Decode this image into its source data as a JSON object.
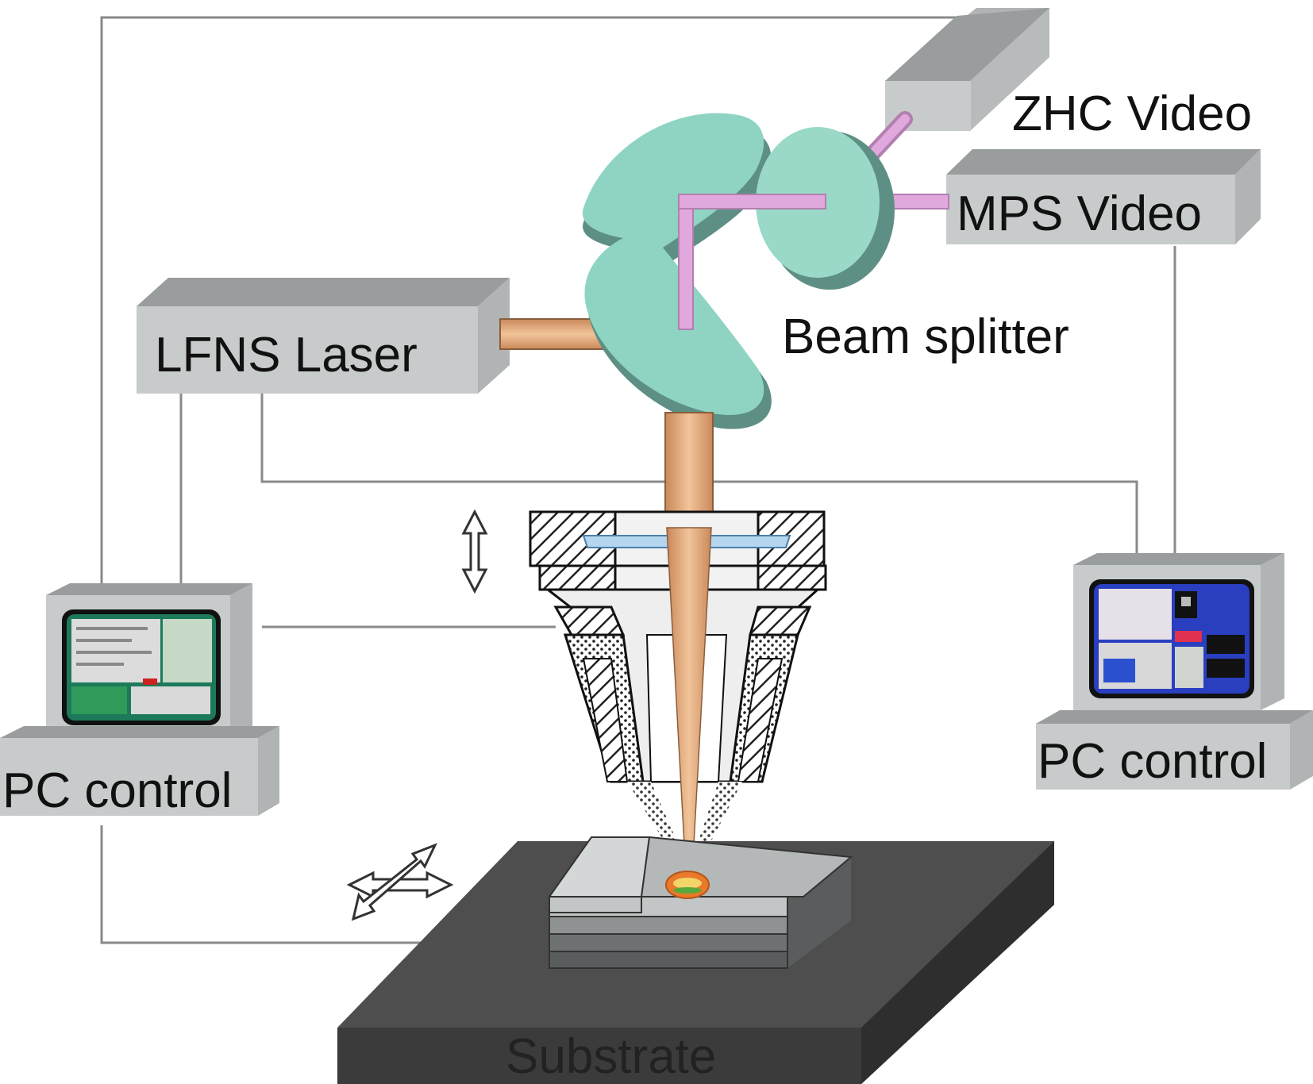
{
  "labels": {
    "zhc_video": "ZHC Video",
    "mps_video": "MPS Video",
    "beam_splitter": "Beam splitter",
    "lfns_laser": "LFNS Laser",
    "pc_control_left": "PC control",
    "pc_control_right": "PC control",
    "substrate": "Substrate"
  },
  "colors": {
    "box_face": "#c8cbcb",
    "box_top": "#999d9d",
    "box_side": "#b1b4b4",
    "laser_beam": "#e2a878",
    "video_beam": "#e0a8dc",
    "splitter": "#8fd4c2",
    "splitter_dark": "#5e8f85",
    "wire": "#8a8a8a",
    "substrate_top": "#4e4e4e",
    "substrate_front": "#3b3b3b",
    "workpiece_light": "#c3c6c6",
    "workpiece_dark": "#5a5d5d",
    "melt_pool": "#e87a2a",
    "nozzle_window": "#b5d6ee",
    "screen_left": "#1c7a5a",
    "screen_right": "#2a3fbf"
  },
  "icons": {
    "vertical_motion": "double-arrow-vertical-icon",
    "xy_motion": "xy-cross-arrow-icon"
  }
}
